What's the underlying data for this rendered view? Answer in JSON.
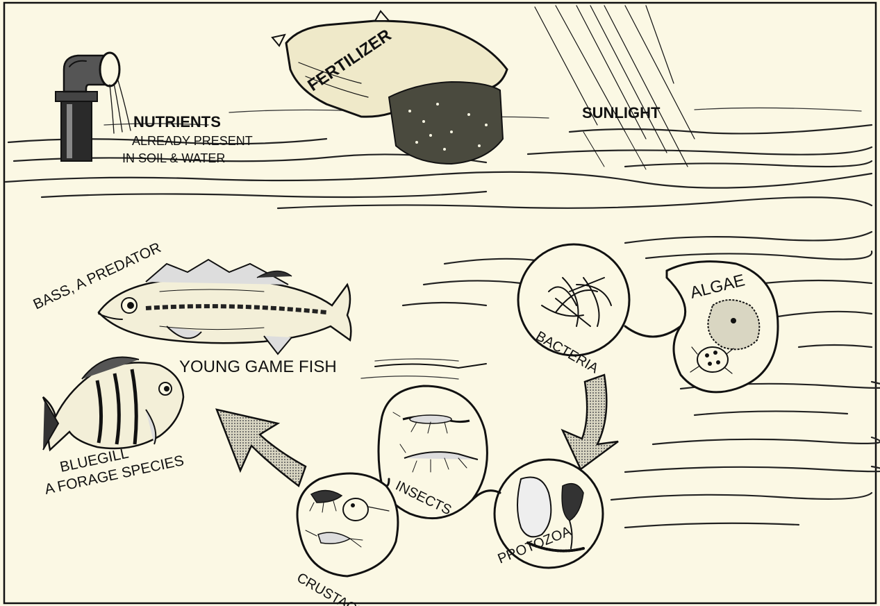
{
  "diagram": {
    "labels": {
      "nutrients": "NUTRIENTS",
      "nutrients_line2": "ALREADY PRESENT",
      "nutrients_line3": "IN SOIL & WATER",
      "fertilizer": "FERTILIZER",
      "sunlight": "SUNLIGHT",
      "bass": "BASS, A PREDATOR",
      "young_game_fish": "YOUNG GAME FISH",
      "bluegill": "BLUEGILL",
      "bluegill_line2": "A FORAGE SPECIES",
      "bacteria": "BACTERIA",
      "algae": "ALGAE",
      "insects": "INSECTS",
      "protozoa": "PROTOZOA",
      "crustaceans": "CRUSTACEANS"
    },
    "colors": {
      "paper": "#fbf8e4",
      "ink": "#111111",
      "arrow_shade": "#9a9a8a"
    },
    "icons": {
      "pipe": "pipe-icon",
      "fertilizer_bag": "fertilizer-bag-icon",
      "sun_rays": "sunlight-rays-icon",
      "bass": "bass-fish-icon",
      "bluegill": "bluegill-fish-icon",
      "bacteria": "bacteria-icon",
      "algae": "algae-icon",
      "insects": "insects-icon",
      "protozoa": "protozoa-icon",
      "crustaceans": "crustaceans-icon"
    }
  }
}
